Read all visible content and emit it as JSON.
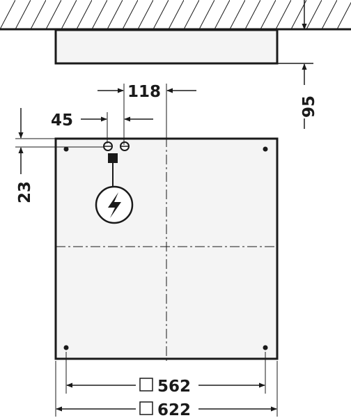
{
  "dimensions": {
    "height": "95",
    "offset_118": "118",
    "offset_45": "45",
    "offset_23": "23",
    "mount_spacing": "562",
    "overall_width": "622"
  },
  "symbols": {
    "square_prefix": "square-symbol",
    "power": "lightning-bolt-icon"
  },
  "colors": {
    "line": "#1a1a1a",
    "panel_fill": "#f4f4f4",
    "background": "#ffffff"
  }
}
